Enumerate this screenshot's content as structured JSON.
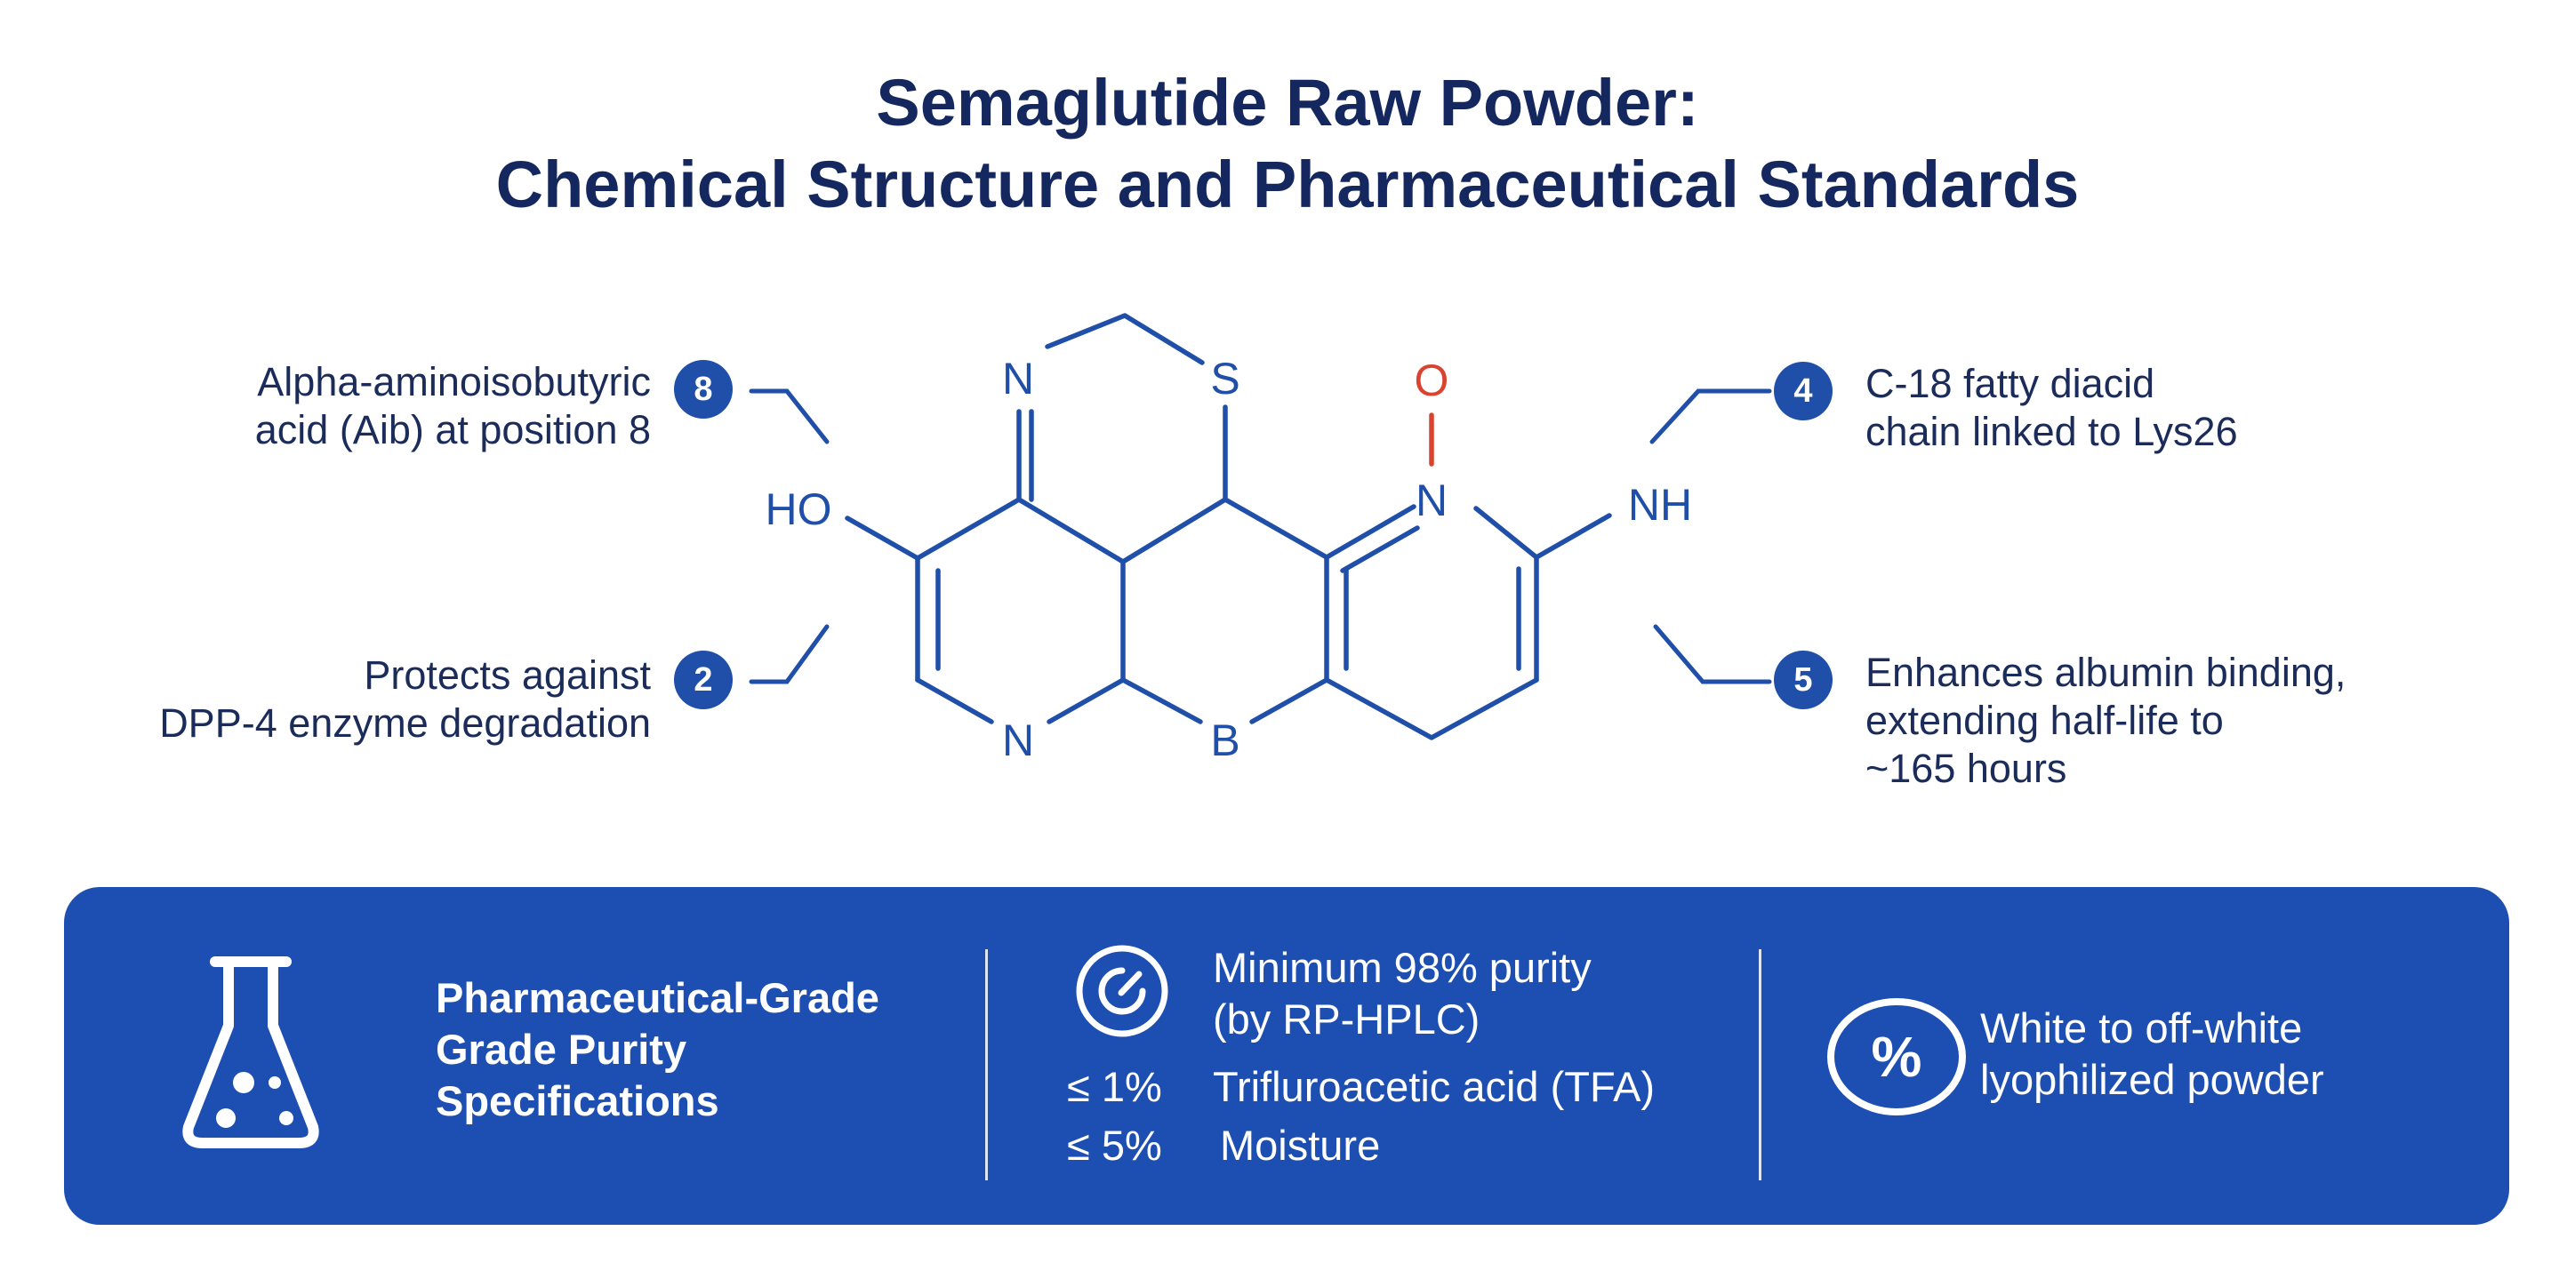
{
  "title": {
    "line1": "Semaglutide Raw Powder:",
    "line2": "Chemical Structure and Pharmaceutical Standards"
  },
  "callouts": [
    {
      "number": "8",
      "lines": [
        "Alpha-aminoisobutyric",
        "acid (Aib) at position 8"
      ]
    },
    {
      "number": "2",
      "lines": [
        "Protects against",
        "DPP-4 enzyme degradation"
      ]
    },
    {
      "number": "4",
      "lines": [
        "C-18 fatty diacid",
        "chain linked to Lys26"
      ]
    },
    {
      "number": "5",
      "lines": [
        "Enhances albumin binding,",
        "extending half-life to",
        "~165 hours"
      ]
    }
  ],
  "atoms": {
    "n_top": "N",
    "s": "S",
    "o": "O",
    "n_mid": "N",
    "nh": "NH",
    "ho": "HO",
    "n_bottom": "N",
    "b": "B"
  },
  "panel": {
    "heading": [
      "Pharmaceutical-Grade",
      "Grade Purity",
      "Specifications"
    ],
    "purity": [
      "Minimum 98% purity",
      "(by RP-HPLC)"
    ],
    "tfa_limit": "≤ 1%",
    "tfa_label": "Trifluroacetic acid (TFA)",
    "moisture_limit": "≤ 5%",
    "moisture_label": "Moisture",
    "appearance": [
      "White to off-white",
      "lyophilized powder"
    ]
  },
  "icons": {
    "flask": "flask-icon",
    "gauge": "gauge-icon",
    "percent": "percent-icon",
    "percent_glyph": "%"
  },
  "colors": {
    "navy": "#14275e",
    "bond_blue": "#1f4fa8",
    "oxygen_red": "#d9432f",
    "panel_blue": "#1d4fb3"
  }
}
